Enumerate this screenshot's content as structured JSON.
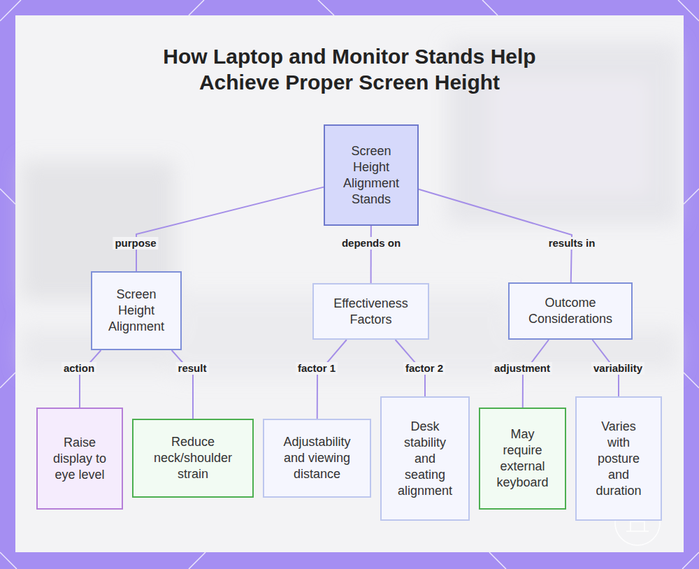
{
  "diagram": {
    "title": "How Laptop and Monitor Stands Help Achieve Proper Screen Height",
    "nodes": [
      {
        "text": [
          "Screen Height Alignment Stands"
        ]
      },
      {
        "text": [
          "Screen Height Alignment"
        ]
      },
      {
        "text": [
          "Effectiveness Factors"
        ]
      },
      {
        "text": [
          "Outcome Considerations"
        ]
      },
      {
        "text": [
          "Raise display to eye level"
        ]
      },
      {
        "text": [
          "Reduce neck/shoulder strain"
        ]
      },
      {
        "text": [
          "Adjustability and viewing distance"
        ]
      },
      {
        "text": [
          "Desk stability and seating alignment"
        ]
      },
      {
        "text": [
          "May require external keyboard"
        ]
      },
      {
        "text": [
          "Varies with posture and duration"
        ]
      }
    ],
    "edges": [
      {
        "from": 0,
        "to": 1,
        "label": "purpose",
        "arrow": "none"
      },
      {
        "from": 0,
        "to": 2,
        "label": "depends on",
        "arrow": "none"
      },
      {
        "from": 0,
        "to": 3,
        "label": "results in",
        "arrow": "none"
      },
      {
        "from": 1,
        "to": 4,
        "label": "action",
        "arrow": "none"
      },
      {
        "from": 1,
        "to": 5,
        "label": "result",
        "arrow": "none"
      },
      {
        "from": 2,
        "to": 6,
        "label": "factor 1",
        "arrow": "none"
      },
      {
        "from": 2,
        "to": 7,
        "label": "factor 2",
        "arrow": "none"
      },
      {
        "from": 3,
        "to": 8,
        "label": "adjustment",
        "arrow": "none"
      },
      {
        "from": 3,
        "to": 9,
        "label": "variability",
        "arrow": "none"
      }
    ]
  }
}
